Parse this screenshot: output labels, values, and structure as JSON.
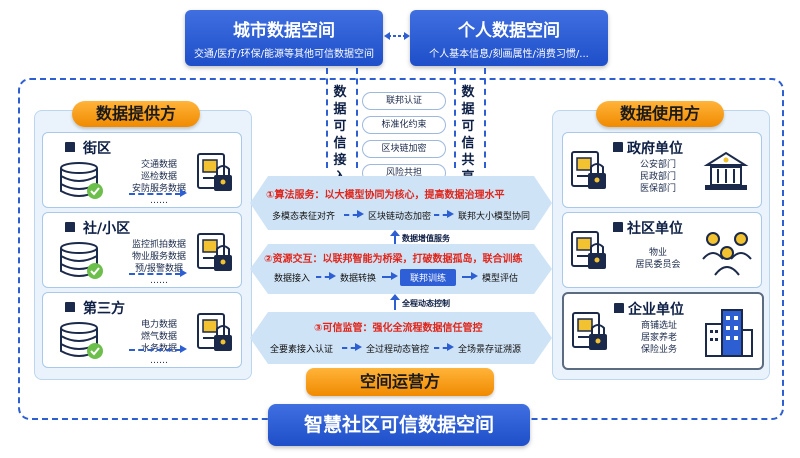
{
  "top": {
    "city": {
      "title": "城市数据空间",
      "subtitle": "交通/医疗/环保/能源等其他可信数据空间"
    },
    "personal": {
      "title": "个人数据空间",
      "subtitle": "个人基本信息/刻画属性/消费习惯/..."
    }
  },
  "left": {
    "header": "数据提供方",
    "cards": [
      {
        "title": "街区",
        "items": [
          "交通数据",
          "巡检数据",
          "安防服务数据"
        ],
        "more": "……"
      },
      {
        "title": "社/小区",
        "items": [
          "监控抓拍数据",
          "物业服务数据",
          "预/报警数据"
        ],
        "more": "……"
      },
      {
        "title": "第三方",
        "items": [
          "电力数据",
          "燃气数据",
          "水务数据"
        ],
        "more": "……"
      }
    ]
  },
  "right": {
    "header": "数据使用方",
    "cards": [
      {
        "title": "政府单位",
        "items": [
          "公安部门",
          "民政部门",
          "医保部门"
        ]
      },
      {
        "title": "社区单位",
        "items": [
          "物业",
          "居民委员会"
        ]
      },
      {
        "title": "企业单位",
        "items": [
          "商铺选址",
          "居家养老",
          "保险业务"
        ]
      }
    ]
  },
  "center": {
    "access_label": "数据可信接入",
    "share_label": "数据可信共享",
    "pills": [
      "联邦认证",
      "标准化约束",
      "区块链加密",
      "风险共担"
    ],
    "band1": {
      "title": "①算法服务：以大模型协同为核心，提高数据治理水平",
      "steps": [
        "多模态表征对齐",
        "区块链动态加密",
        "联邦大小模型协同"
      ]
    },
    "service_label": "数据增值服务",
    "band2": {
      "title": "②资源交互：以联邦智能为桥梁，打破数据孤岛，联合训练",
      "steps": [
        "数据接入",
        "数据转换",
        "联邦训练",
        "模型评估"
      ]
    },
    "control_label": "全程动态控制",
    "band3": {
      "title": "③可信监管：强化全流程数据信任管控",
      "steps": [
        "全要素接入认证",
        "全过程动态管控",
        "全场景存证溯源"
      ]
    }
  },
  "operator": "空间运营方",
  "footer": "智慧社区可信数据空间",
  "colors": {
    "primary": "#2d5fd3",
    "accent": "#f08a00",
    "highlight": "#e0261b"
  }
}
